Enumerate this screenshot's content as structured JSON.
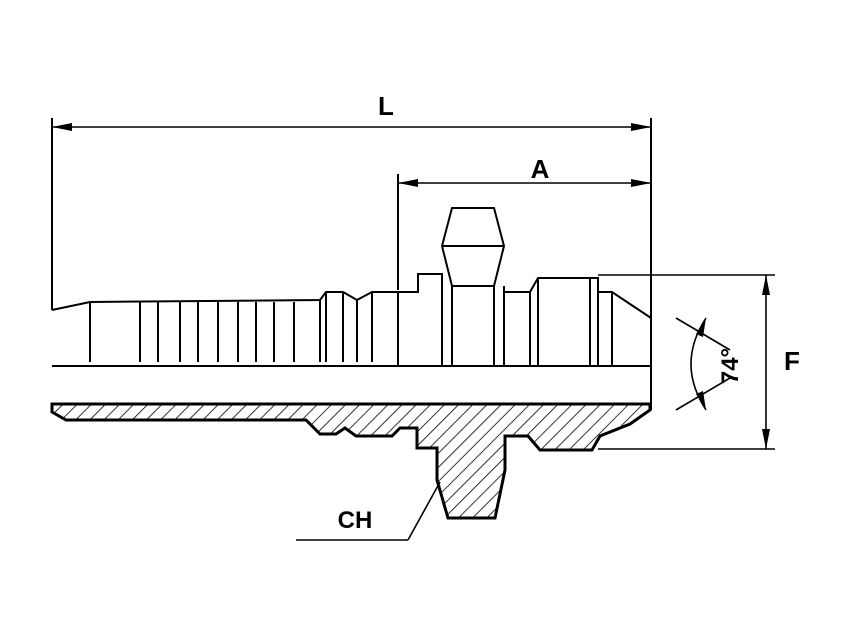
{
  "dimensions": {
    "length_label": "L",
    "thread_length_label": "A",
    "flare_diameter_label": "F",
    "hex_label": "CH",
    "angle_label": "74°"
  },
  "colors": {
    "ink": "#000000",
    "paper": "#ffffff"
  }
}
